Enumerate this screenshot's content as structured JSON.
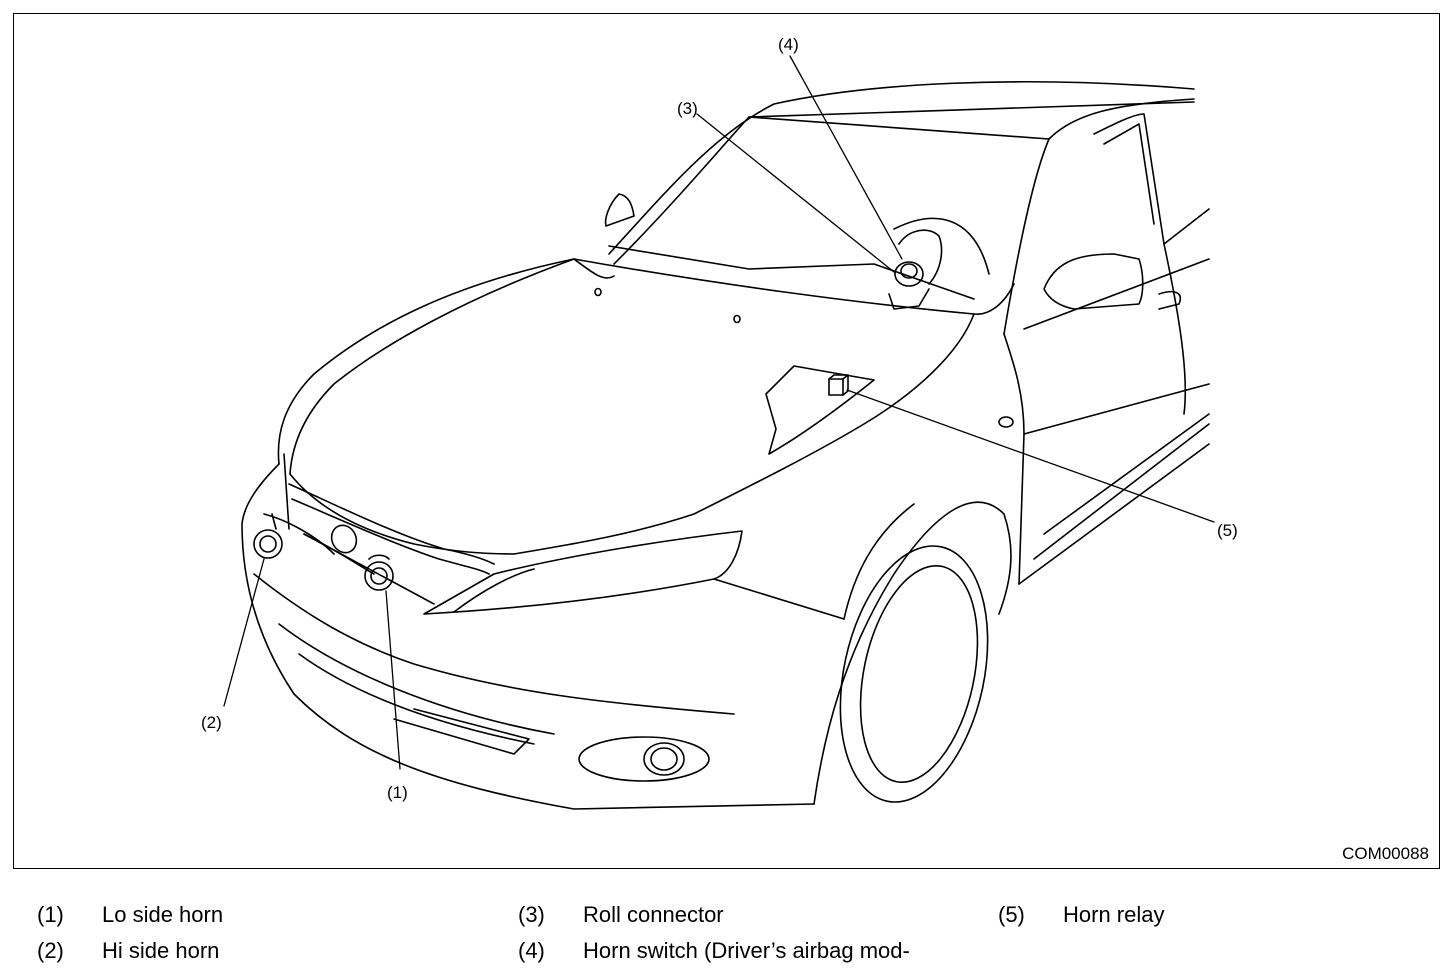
{
  "figure": {
    "code": "COM00088",
    "callouts": [
      {
        "id": "1",
        "label": "(1)"
      },
      {
        "id": "2",
        "label": "(2)"
      },
      {
        "id": "3",
        "label": "(3)"
      },
      {
        "id": "4",
        "label": "(4)"
      },
      {
        "id": "5",
        "label": "(5)"
      }
    ]
  },
  "legend": [
    {
      "num": "(1)",
      "text": "Lo side horn"
    },
    {
      "num": "(2)",
      "text": "Hi side horn"
    },
    {
      "num": "(3)",
      "text": "Roll connector"
    },
    {
      "num": "(4)",
      "text": "Horn switch (Driver’s airbag mod-"
    },
    {
      "num": "(5)",
      "text": "Horn relay"
    }
  ]
}
